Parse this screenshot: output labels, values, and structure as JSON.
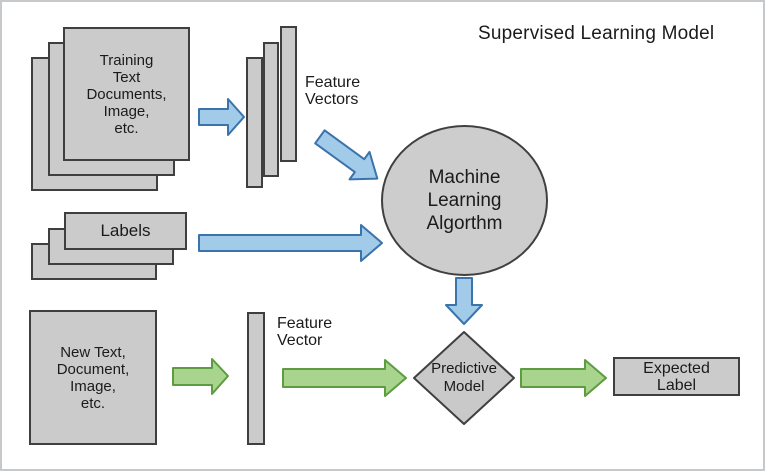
{
  "title": "Supervised Learning Model",
  "nodes": {
    "training_documents": "Training\nText\nDocuments,\nImage,\netc.",
    "feature_vectors": "Feature\nVectors",
    "labels": "Labels",
    "ml_algorithm": "Machine\nLearning\nAlgorthm",
    "new_input": "New Text,\nDocument,\nImage,\netc.",
    "feature_vector": "Feature\nVector",
    "predictive_model": "Predictive\nModel",
    "expected_label": "Expected\nLabel"
  },
  "colors": {
    "box_fill": "#cbcbcb",
    "box_border": "#3f3f3f",
    "blue_arrow_fill": "#a2cbe9",
    "blue_arrow_border": "#3b73ab",
    "green_arrow_fill": "#a9d48e",
    "green_arrow_border": "#5d9c41",
    "frame_border": "#c6c9cc",
    "background": "#ffffff",
    "text": "#1b1b1b"
  }
}
